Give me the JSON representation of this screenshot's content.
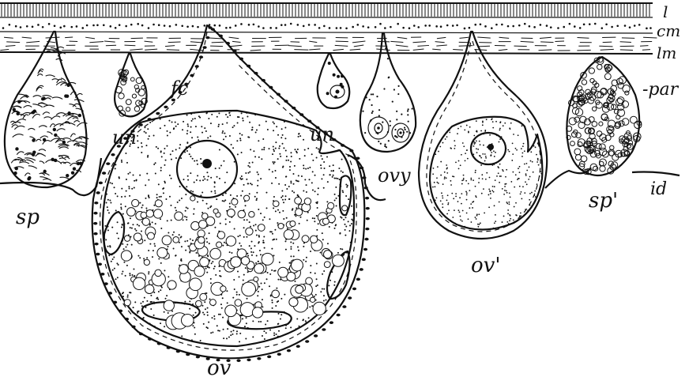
{
  "figure": {
    "labels": {
      "l": "l",
      "cm": "cm",
      "lm": "lm",
      "par": "-par",
      "id": "id",
      "fc": "fc",
      "un_left": "un",
      "un_right": "un",
      "ovy": "ovy",
      "sp": "sp",
      "sp_prime": "sp'",
      "ov": "ov",
      "ov_prime": "ov'"
    },
    "colors": {
      "ink": "#111111",
      "paper": "#ffffff"
    }
  }
}
